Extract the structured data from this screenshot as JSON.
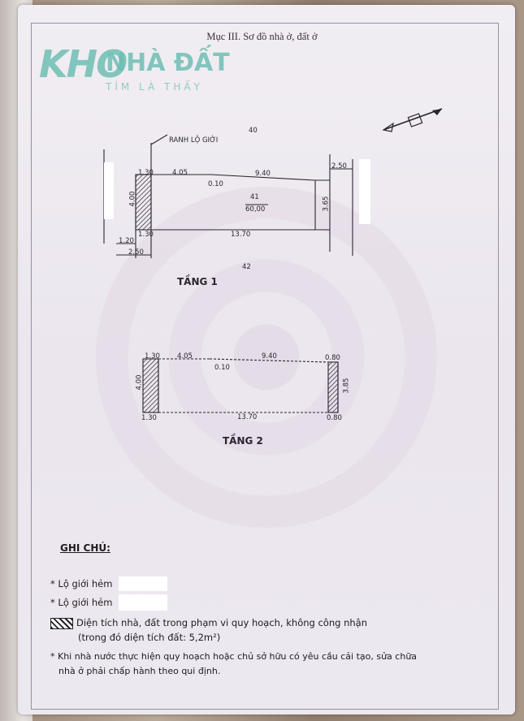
{
  "header": {
    "title": "Mục III. Sơ đồ nhà ở, đất ở"
  },
  "logo": {
    "mark": "KHO",
    "brand": "NHÀ ĐẤT",
    "tagline": "TÌM LÀ THẤY"
  },
  "diagram": {
    "north_label": "40",
    "south_label": "42",
    "road_boundary_label": "RANH LỘ GIỚI",
    "floor1": {
      "title": "TẦNG 1",
      "dim_top_left": "1.30",
      "dim_top_a": "4.05",
      "dim_top_b": "9.40",
      "dim_top_right": "2.50",
      "dim_offset": "0.10",
      "dim_left_height": "4.00",
      "dim_right_height": "3.65",
      "dim_bottom_left": "1.30",
      "dim_bottom": "13.70",
      "dim_below_a": "1.20",
      "dim_below_b": "2.50",
      "lot_number": "41",
      "lot_area": "60,00"
    },
    "floor2": {
      "title": "TẦNG 2",
      "dim_top_left": "1.30",
      "dim_top_a": "4.05",
      "dim_top_b": "9.40",
      "dim_top_right": "0.80",
      "dim_offset": "0.10",
      "dim_left_height": "4.00",
      "dim_right_height": "3.85",
      "dim_bottom_left": "1.30",
      "dim_bottom": "13.70",
      "dim_bottom_right": "0.80"
    }
  },
  "notes": {
    "heading": "GHI CHÚ:",
    "items": [
      "* Lộ giới hẻm",
      "* Lộ giới hẻm",
      "Diện tích nhà, đất trong phạm vi quy hoạch, không công nhận",
      "(trong đó diện tích đất: 5,2m²)",
      "* Khi nhà nước thực hiện quy hoạch hoặc chủ sở hữu có yêu cầu cải tạo, sửa chữa",
      "nhà ở phải chấp hành theo qui định."
    ]
  }
}
